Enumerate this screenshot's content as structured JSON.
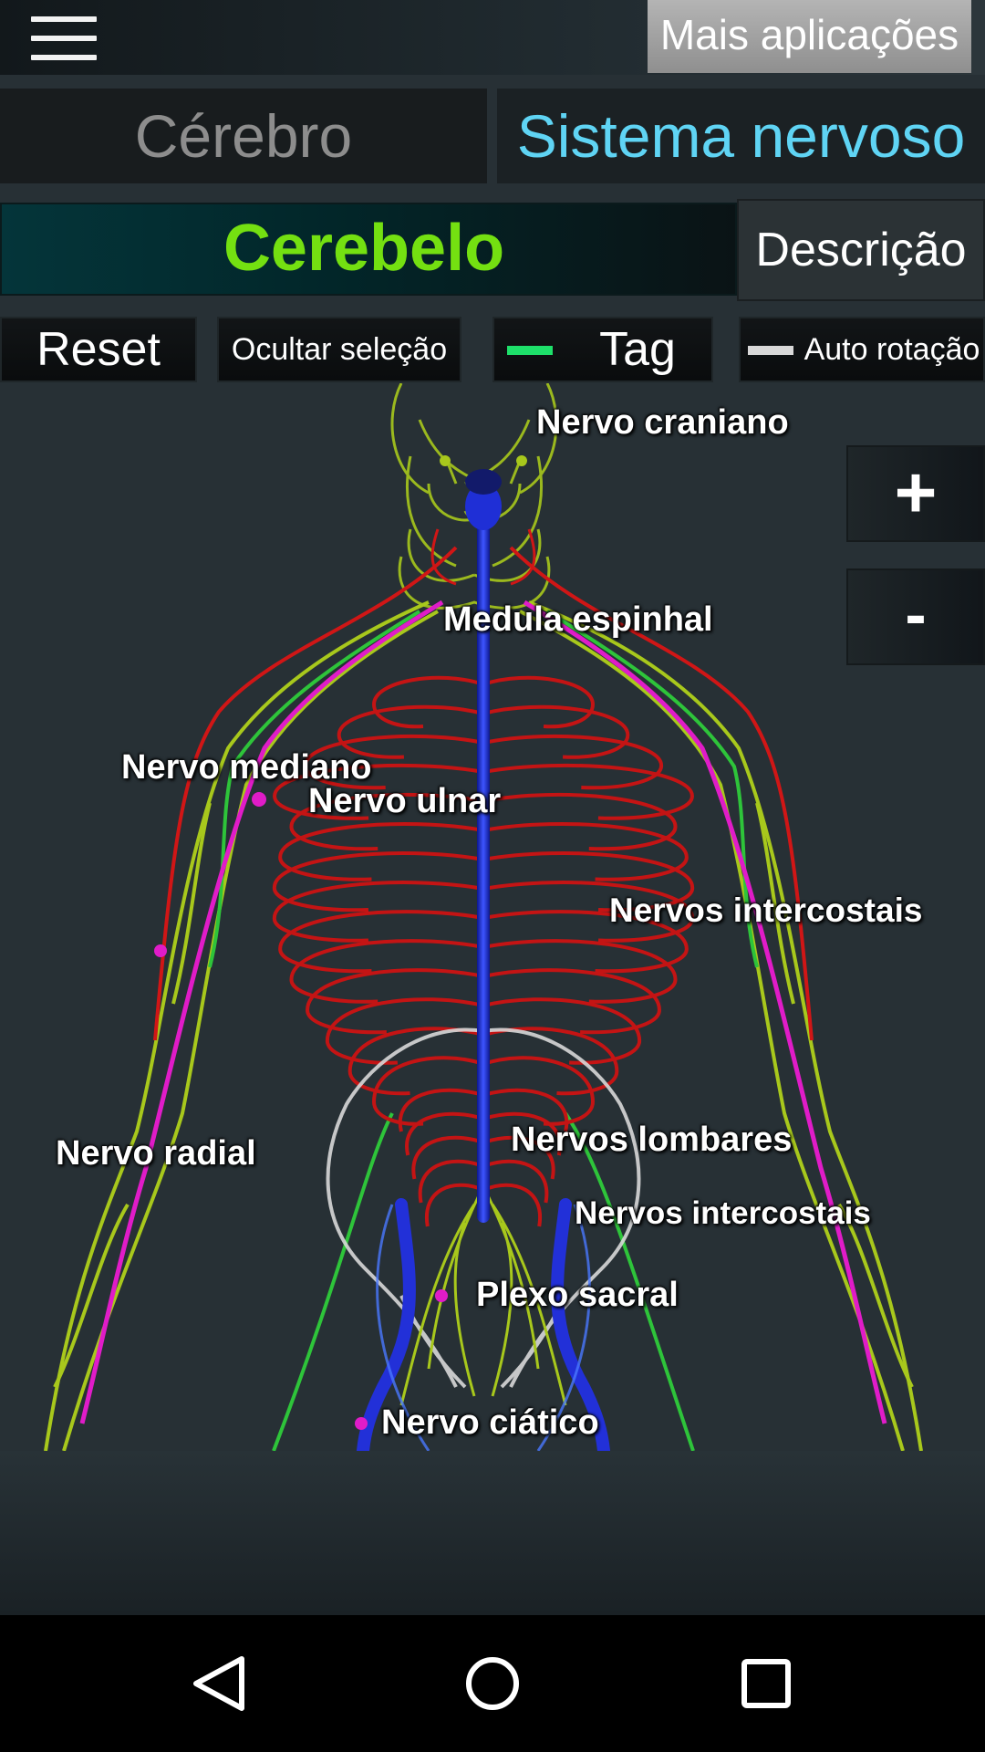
{
  "topbar": {
    "more_apps": "Mais aplicações"
  },
  "tabs": [
    {
      "label": "Cérebro",
      "active": false
    },
    {
      "label": "Sistema nervoso",
      "active": true
    }
  ],
  "selection": {
    "current": "Cerebelo",
    "description_button": "Descrição"
  },
  "controls": {
    "reset": "Reset",
    "hide_selection": "Ocultar seleção",
    "tag": "Tag",
    "tag_on": true,
    "auto_rotation": "Auto rotação",
    "auto_rotation_on": false
  },
  "zoom": {
    "in": "+",
    "out": "-"
  },
  "labels": [
    "Nervo craniano",
    "Medula espinhal",
    "Nervo mediano",
    "Nervo ulnar",
    "Nervos intercostais",
    "Nervo radial",
    "Nervos lombares",
    "Nervos intercostais",
    "Plexo sacral",
    "Nervo ciático"
  ],
  "colors": {
    "active_tab": "#5fd4f4",
    "selection_text": "#74e011",
    "tag_toggle": "#1ee06a",
    "spinal_cord": "#1f2fd6",
    "intercostal": "#d01616",
    "median_nerve": "#e01cc8",
    "peripheral": "#a8c81c",
    "pelvis": "#d8d8d8"
  },
  "navbar": {
    "back_icon": "triangle-back-icon",
    "home_icon": "circle-home-icon",
    "recent_icon": "square-recent-icon"
  }
}
